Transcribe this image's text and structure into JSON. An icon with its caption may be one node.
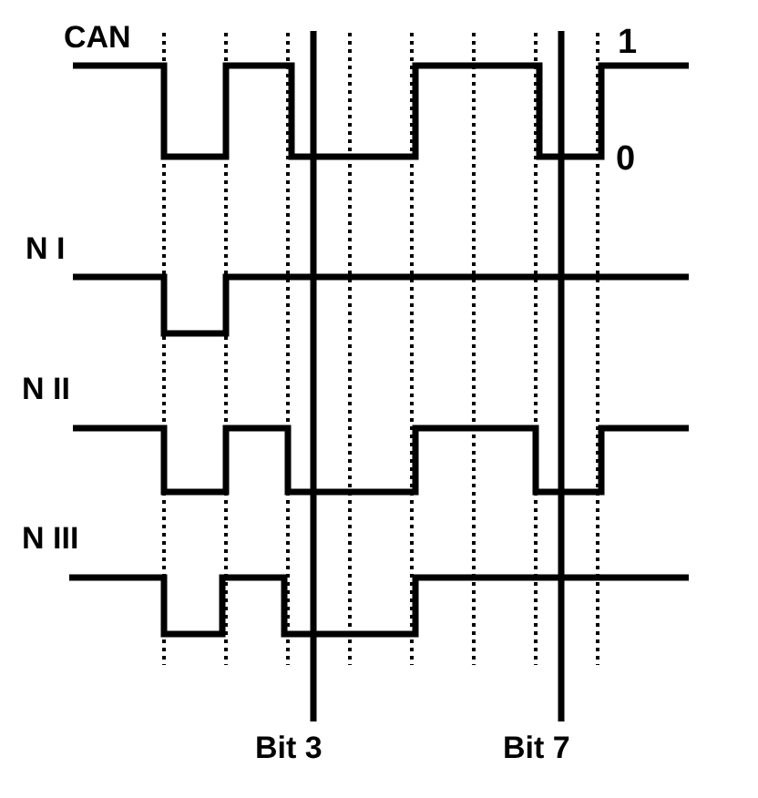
{
  "diagram": {
    "labels": [
      "CAN",
      "1",
      "0",
      "N I",
      "N II",
      "N III",
      "Bit 3",
      "Bit 7"
    ]
  }
}
